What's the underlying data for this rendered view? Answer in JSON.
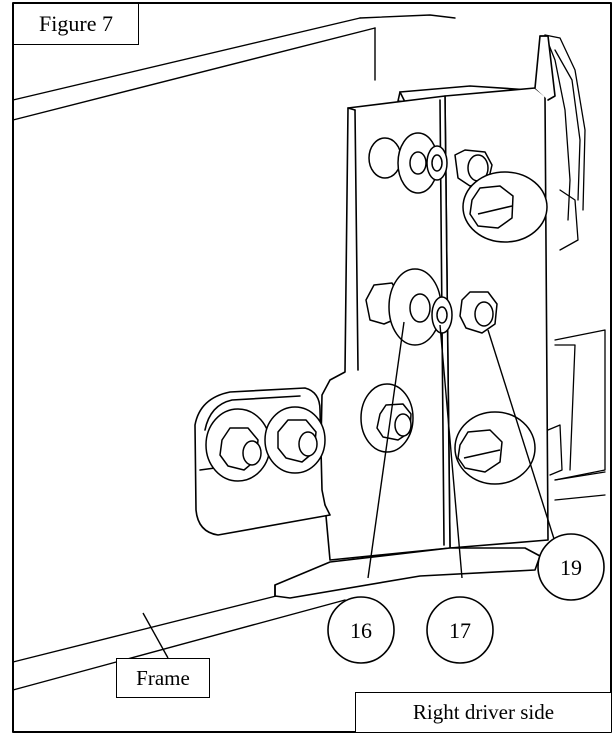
{
  "figure_label": "Figure 7",
  "frame_label": "Frame",
  "side_label": "Right driver side",
  "callouts": [
    {
      "id": "16",
      "text": "16"
    },
    {
      "id": "17",
      "text": "17"
    },
    {
      "id": "19",
      "text": "19"
    }
  ]
}
